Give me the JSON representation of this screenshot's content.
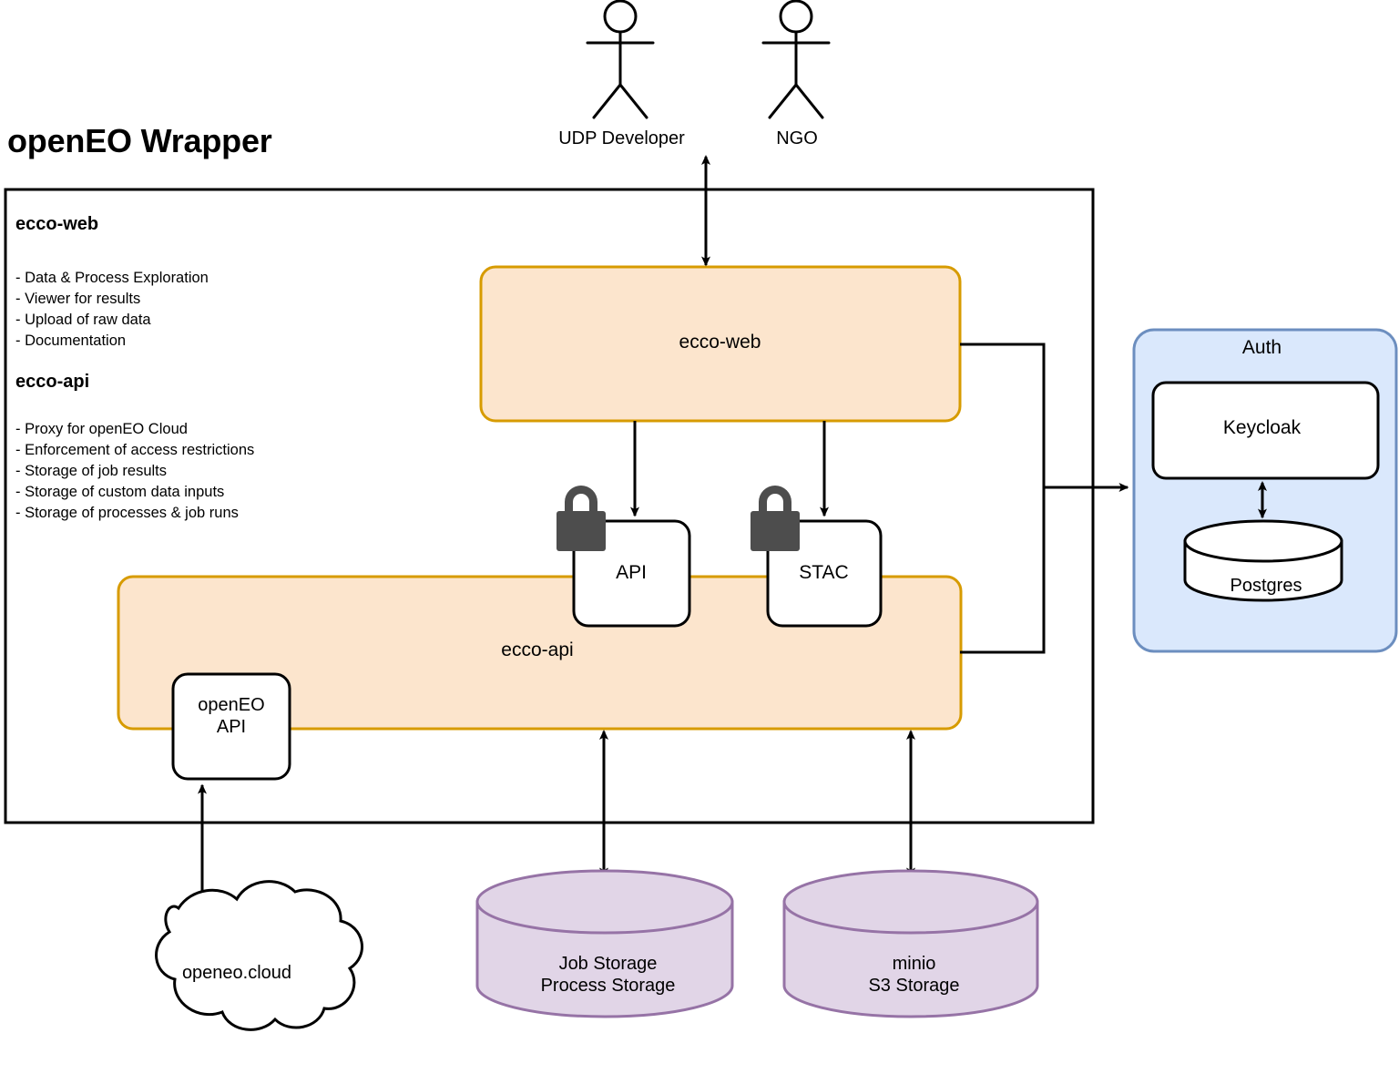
{
  "title": "openEO Wrapper",
  "colors": {
    "orange_fill": "#fce5cd",
    "orange_stroke": "#d79b00",
    "blue_fill": "#dae8fc",
    "blue_stroke": "#6c8ebf",
    "purple_fill": "#e1d5e7",
    "purple_stroke": "#9673a6",
    "white_fill": "#ffffff",
    "black_stroke": "#000000",
    "lock_fill": "#4d4d4d"
  },
  "actors": [
    {
      "name": "UDP Developer",
      "icon": "actor-stick-figure-icon"
    },
    {
      "name": "NGO",
      "icon": "actor-stick-figure-icon"
    }
  ],
  "sidebar": {
    "sections": [
      {
        "heading": "ecco-web",
        "items": "- Data & Process Exploration\n- Viewer for results\n- Upload of raw data\n- Documentation"
      },
      {
        "heading": "ecco-api",
        "items": "- Proxy for openEO Cloud\n- Enforcement of access restrictions\n- Storage of job results\n- Storage of custom data inputs\n- Storage of processes & job runs"
      }
    ]
  },
  "nodes": {
    "ecco_web": "ecco-web",
    "ecco_api": "ecco-api",
    "api": "API",
    "stac": "STAC",
    "openeo_api": "openEO\nAPI",
    "openeo_cloud": "openeo.cloud",
    "auth": "Auth",
    "keycloak": "Keycloak",
    "postgres": "Postgres",
    "job_storage": "Job Storage\nProcess Storage",
    "minio": "minio\nS3 Storage"
  },
  "icons": {
    "lock_api": "lock-icon",
    "lock_stac": "lock-icon"
  },
  "connections": [
    {
      "from": "actors",
      "to": "ecco-web",
      "style": "bidirectional"
    },
    {
      "from": "ecco-web",
      "to": "API",
      "style": "directional"
    },
    {
      "from": "ecco-web",
      "to": "STAC",
      "style": "directional"
    },
    {
      "from": "ecco-web",
      "to": "Auth",
      "style": "directional"
    },
    {
      "from": "ecco-api",
      "to": "Auth",
      "style": "directional"
    },
    {
      "from": "openeo.cloud",
      "to": "openEO API",
      "style": "directional"
    },
    {
      "from": "ecco-api",
      "to": "Job Storage",
      "style": "bidirectional"
    },
    {
      "from": "ecco-api",
      "to": "minio S3 Storage",
      "style": "bidirectional"
    },
    {
      "from": "Keycloak",
      "to": "Postgres",
      "style": "bidirectional"
    }
  ]
}
